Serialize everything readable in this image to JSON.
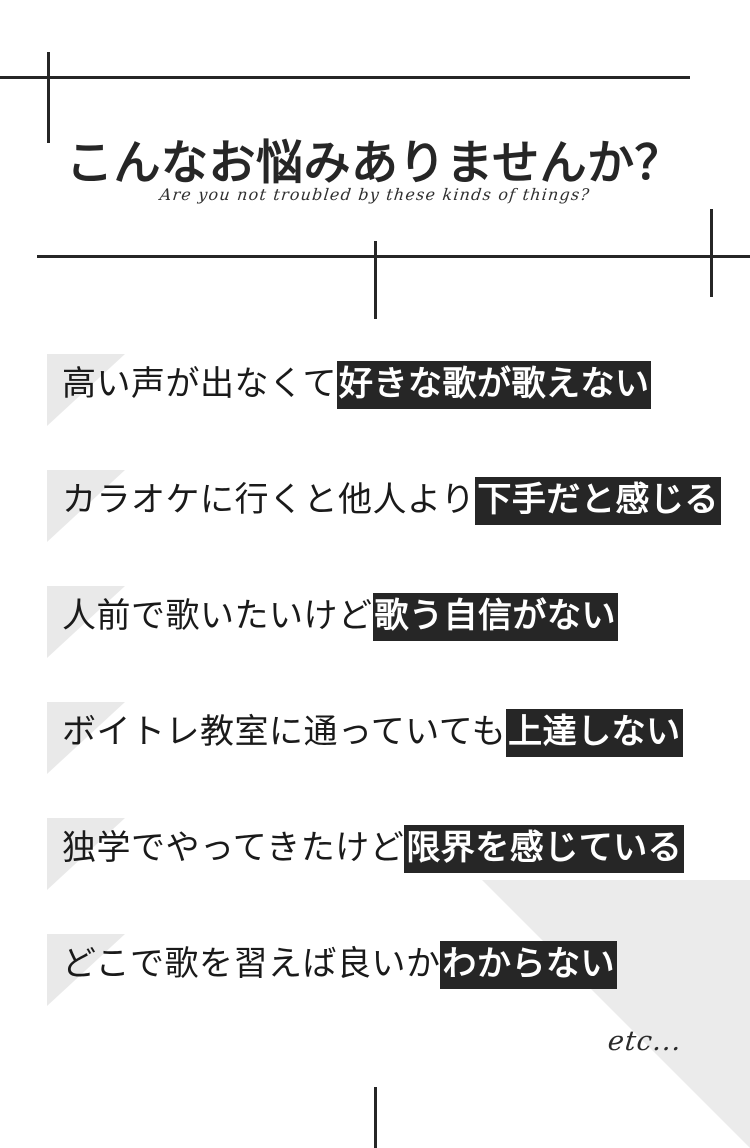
{
  "header": {
    "title": "こんなお悩みありませんか？",
    "subtitle": "Are you not troubled by these kinds of things?"
  },
  "issues": [
    {
      "plain": "高い声が出なくて",
      "mark": "好きな歌が歌えない"
    },
    {
      "plain": "カラオケに行くと他人より",
      "mark": "下手だと感じる"
    },
    {
      "plain": "人前で歌いたいけど",
      "mark": "歌う自信がない"
    },
    {
      "plain": "ボイトレ教室に通っていても",
      "mark": "上達しない"
    },
    {
      "plain": "独学でやってきたけど",
      "mark": "限界を感じている"
    },
    {
      "plain": "どこで歌を習えば良いか",
      "mark": "わからない"
    }
  ],
  "footer": {
    "etc": "etc..."
  },
  "colors": {
    "ink": "#262626",
    "highlight_bg": "#262626",
    "highlight_fg": "#ffffff",
    "accent_gray": "#e9e9e9",
    "corner_gray": "#ebebeb",
    "background": "#ffffff"
  }
}
